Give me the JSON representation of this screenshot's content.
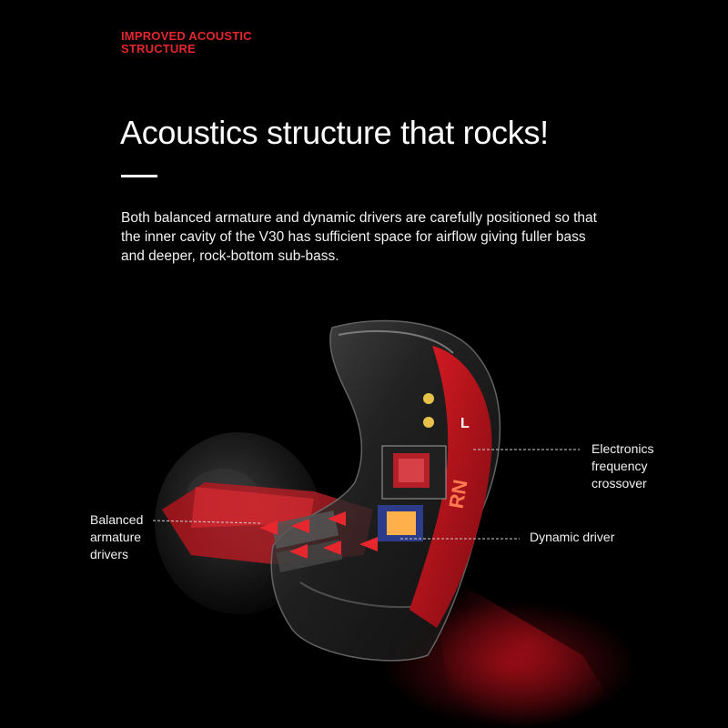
{
  "eyebrow": {
    "line1": "IMPROVED ACOUSTIC",
    "line2": "STRUCTURE"
  },
  "headline": "Acoustics structure that rocks!",
  "lead": {
    "line1": "Both balanced armature and dynamic drivers are carefully positioned so that",
    "line2": "the inner cavity of the V30 has sufficient space for airflow giving fuller bass",
    "line3": "and deeper, rock-bottom sub-bass."
  },
  "callouts": {
    "electronics": {
      "line1": "Electronics",
      "line2": "frequency",
      "line3": "crossover"
    },
    "dynamic_driver": {
      "line1": "Dynamic driver"
    },
    "balanced_armature": {
      "line1": "Balanced",
      "line2": "armature",
      "line3": "drivers"
    }
  },
  "shell_markings": {
    "channel": "L",
    "brand": "RN"
  },
  "colors": {
    "background": "#000000",
    "accent_red": "#e4262d",
    "text": "#ffffff",
    "faceplate_red": "#c8101c"
  }
}
